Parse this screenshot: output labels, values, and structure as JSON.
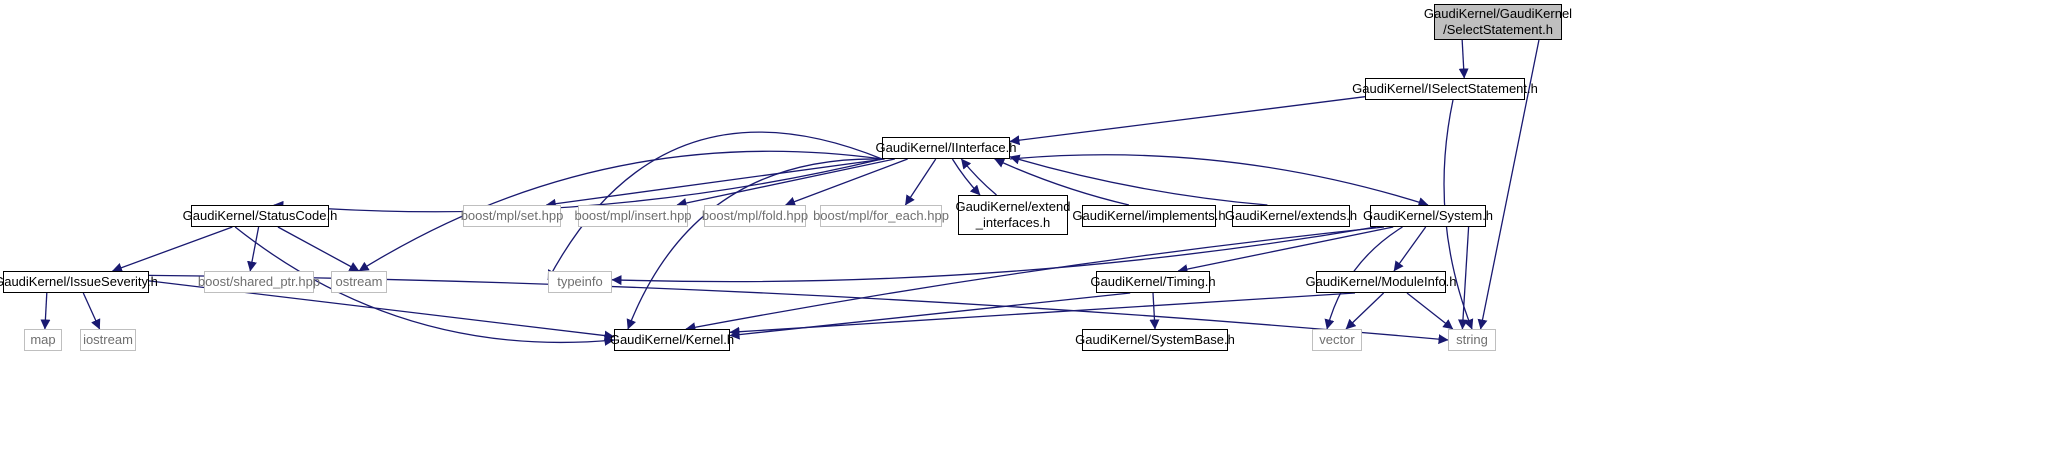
{
  "colors": {
    "edge": "#191970",
    "border": "#000000",
    "external_border": "#bfbfbf",
    "root_fill": "#bfbfbf"
  },
  "nodes": [
    {
      "id": "select_statement",
      "lines": [
        "GaudiKernel/GaudiKernel",
        "/SelectStatement.h"
      ],
      "kind": "root"
    },
    {
      "id": "iselect_statement",
      "lines": [
        "GaudiKernel/ISelectStatement.h"
      ],
      "kind": "file"
    },
    {
      "id": "iinterface",
      "lines": [
        "GaudiKernel/IInterface.h"
      ],
      "kind": "file"
    },
    {
      "id": "status_code",
      "lines": [
        "GaudiKernel/StatusCode.h"
      ],
      "kind": "file"
    },
    {
      "id": "mpl_set",
      "lines": [
        "boost/mpl/set.hpp"
      ],
      "kind": "external"
    },
    {
      "id": "mpl_insert",
      "lines": [
        "boost/mpl/insert.hpp"
      ],
      "kind": "external"
    },
    {
      "id": "mpl_fold",
      "lines": [
        "boost/mpl/fold.hpp"
      ],
      "kind": "external"
    },
    {
      "id": "mpl_for_each",
      "lines": [
        "boost/mpl/for_each.hpp"
      ],
      "kind": "external"
    },
    {
      "id": "extend_interfaces",
      "lines": [
        "GaudiKernel/extend",
        "_interfaces.h"
      ],
      "kind": "file"
    },
    {
      "id": "implements",
      "lines": [
        "GaudiKernel/implements.h"
      ],
      "kind": "file"
    },
    {
      "id": "extends",
      "lines": [
        "GaudiKernel/extends.h"
      ],
      "kind": "file"
    },
    {
      "id": "system",
      "lines": [
        "GaudiKernel/System.h"
      ],
      "kind": "file"
    },
    {
      "id": "issue_severity",
      "lines": [
        "GaudiKernel/IssueSeverity.h"
      ],
      "kind": "file"
    },
    {
      "id": "shared_ptr",
      "lines": [
        "boost/shared_ptr.hpp"
      ],
      "kind": "external"
    },
    {
      "id": "ostream",
      "lines": [
        "ostream"
      ],
      "kind": "external"
    },
    {
      "id": "typeinfo",
      "lines": [
        "typeinfo"
      ],
      "kind": "external"
    },
    {
      "id": "timing",
      "lines": [
        "GaudiKernel/Timing.h"
      ],
      "kind": "file"
    },
    {
      "id": "module_info",
      "lines": [
        "GaudiKernel/ModuleInfo.h"
      ],
      "kind": "file"
    },
    {
      "id": "map",
      "lines": [
        "map"
      ],
      "kind": "external"
    },
    {
      "id": "iostream",
      "lines": [
        "iostream"
      ],
      "kind": "external"
    },
    {
      "id": "kernel",
      "lines": [
        "GaudiKernel/Kernel.h"
      ],
      "kind": "file"
    },
    {
      "id": "system_base",
      "lines": [
        "GaudiKernel/SystemBase.h"
      ],
      "kind": "file"
    },
    {
      "id": "vector",
      "lines": [
        "vector"
      ],
      "kind": "external"
    },
    {
      "id": "string",
      "lines": [
        "string"
      ],
      "kind": "external"
    }
  ],
  "edges": [
    [
      "select_statement",
      "iselect_statement"
    ],
    [
      "select_statement",
      "string"
    ],
    [
      "iselect_statement",
      "iinterface"
    ],
    [
      "iselect_statement",
      "string"
    ],
    [
      "iinterface",
      "status_code"
    ],
    [
      "iinterface",
      "ostream"
    ],
    [
      "iinterface",
      "kernel"
    ],
    [
      "iinterface",
      "typeinfo"
    ],
    [
      "iinterface",
      "mpl_set"
    ],
    [
      "iinterface",
      "mpl_insert"
    ],
    [
      "iinterface",
      "mpl_fold"
    ],
    [
      "iinterface",
      "mpl_for_each"
    ],
    [
      "iinterface",
      "extend_interfaces"
    ],
    [
      "iinterface",
      "system"
    ],
    [
      "extend_interfaces",
      "iinterface"
    ],
    [
      "implements",
      "iinterface"
    ],
    [
      "extends",
      "iinterface"
    ],
    [
      "status_code",
      "issue_severity"
    ],
    [
      "status_code",
      "shared_ptr"
    ],
    [
      "status_code",
      "ostream"
    ],
    [
      "status_code",
      "kernel"
    ],
    [
      "issue_severity",
      "map"
    ],
    [
      "issue_severity",
      "iostream"
    ],
    [
      "issue_severity",
      "kernel"
    ],
    [
      "issue_severity",
      "string"
    ],
    [
      "system",
      "typeinfo"
    ],
    [
      "system",
      "kernel"
    ],
    [
      "system",
      "timing"
    ],
    [
      "system",
      "vector"
    ],
    [
      "system",
      "module_info"
    ],
    [
      "system",
      "string"
    ],
    [
      "timing",
      "kernel"
    ],
    [
      "timing",
      "system_base"
    ],
    [
      "module_info",
      "kernel"
    ],
    [
      "module_info",
      "vector"
    ],
    [
      "module_info",
      "string"
    ]
  ]
}
